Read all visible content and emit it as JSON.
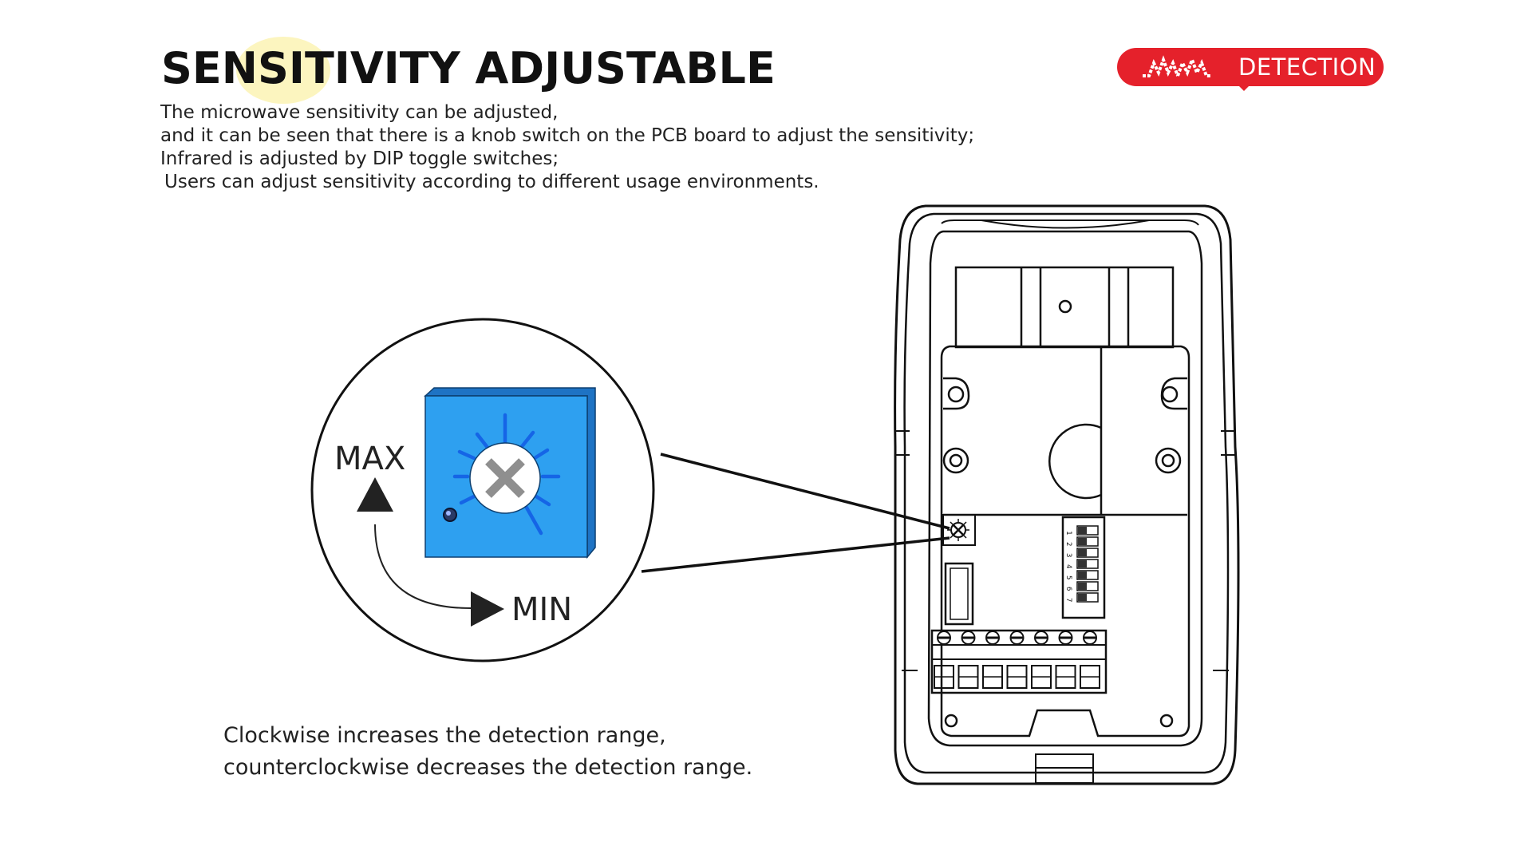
{
  "header": {
    "title": "SENSITIVITY ADJUSTABLE",
    "badge_label": "DETECTION",
    "badge_color": "#e5212b",
    "highlight_color": "#fbf3b4"
  },
  "description": {
    "lines": [
      "The microwave sensitivity can be adjusted,",
      "and it can be seen that there is a knob switch on the PCB board to adjust the sensitivity;",
      "Infrared is adjusted by DIP toggle switches;",
      " Users can adjust sensitivity according to different usage environments."
    ]
  },
  "knob_callout": {
    "max_label": "MAX",
    "min_label": "MIN",
    "knob_color": "#2ea0f0",
    "tick_color": "#1565e6"
  },
  "dip_switch": {
    "numbers": [
      "1",
      "2",
      "3",
      "4",
      "5",
      "6",
      "7"
    ]
  },
  "note": {
    "lines": [
      "Clockwise increases the detection range,",
      "counterclockwise decreases the detection range."
    ]
  }
}
